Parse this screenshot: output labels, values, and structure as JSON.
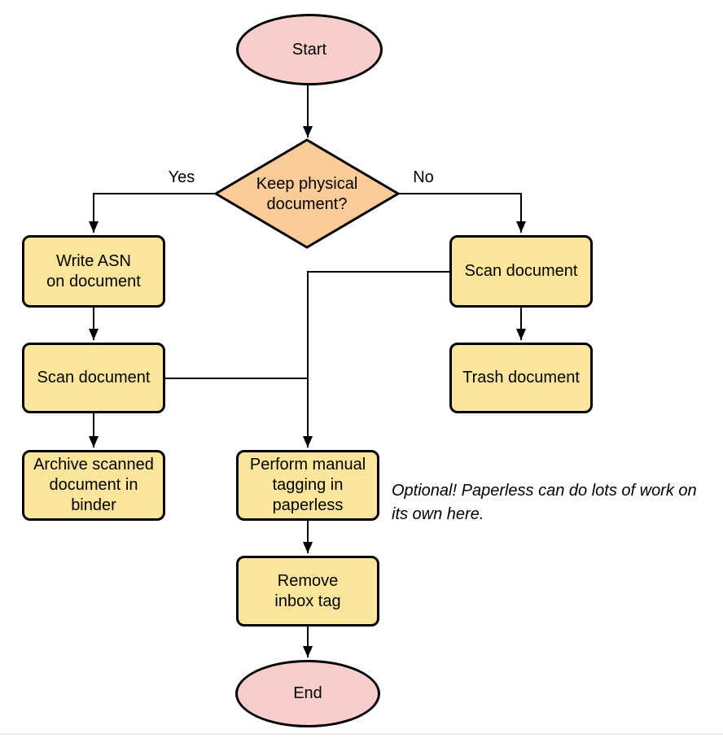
{
  "diagram": {
    "type": "flowchart",
    "background": "#ffffff",
    "colors": {
      "terminal_fill": "#F8CECC",
      "decision_fill": "#FBCB98",
      "process_fill": "#FDE69B",
      "stroke": "#000000",
      "text": "#000000",
      "bottom_border": "#ececf1"
    },
    "nodes": {
      "start": {
        "label": "Start",
        "shape": "ellipse"
      },
      "decision": {
        "label": "Keep physical\ndocument?",
        "shape": "diamond"
      },
      "write_asn": {
        "label": "Write ASN\non document",
        "shape": "process"
      },
      "scan_left": {
        "label": "Scan document",
        "shape": "process"
      },
      "archive": {
        "label": "Archive scanned\ndocument in\nbinder",
        "shape": "process"
      },
      "scan_right": {
        "label": "Scan document",
        "shape": "process"
      },
      "trash": {
        "label": "Trash document",
        "shape": "process"
      },
      "tagging": {
        "label": "Perform manual\ntagging in\npaperless",
        "shape": "process"
      },
      "remove_inbox": {
        "label": "Remove\ninbox tag",
        "shape": "process"
      },
      "end": {
        "label": "End",
        "shape": "ellipse"
      }
    },
    "edge_labels": {
      "yes": "Yes",
      "no": "No"
    },
    "annotation": "Optional! Paperless can do lots of work on\nits own here."
  }
}
